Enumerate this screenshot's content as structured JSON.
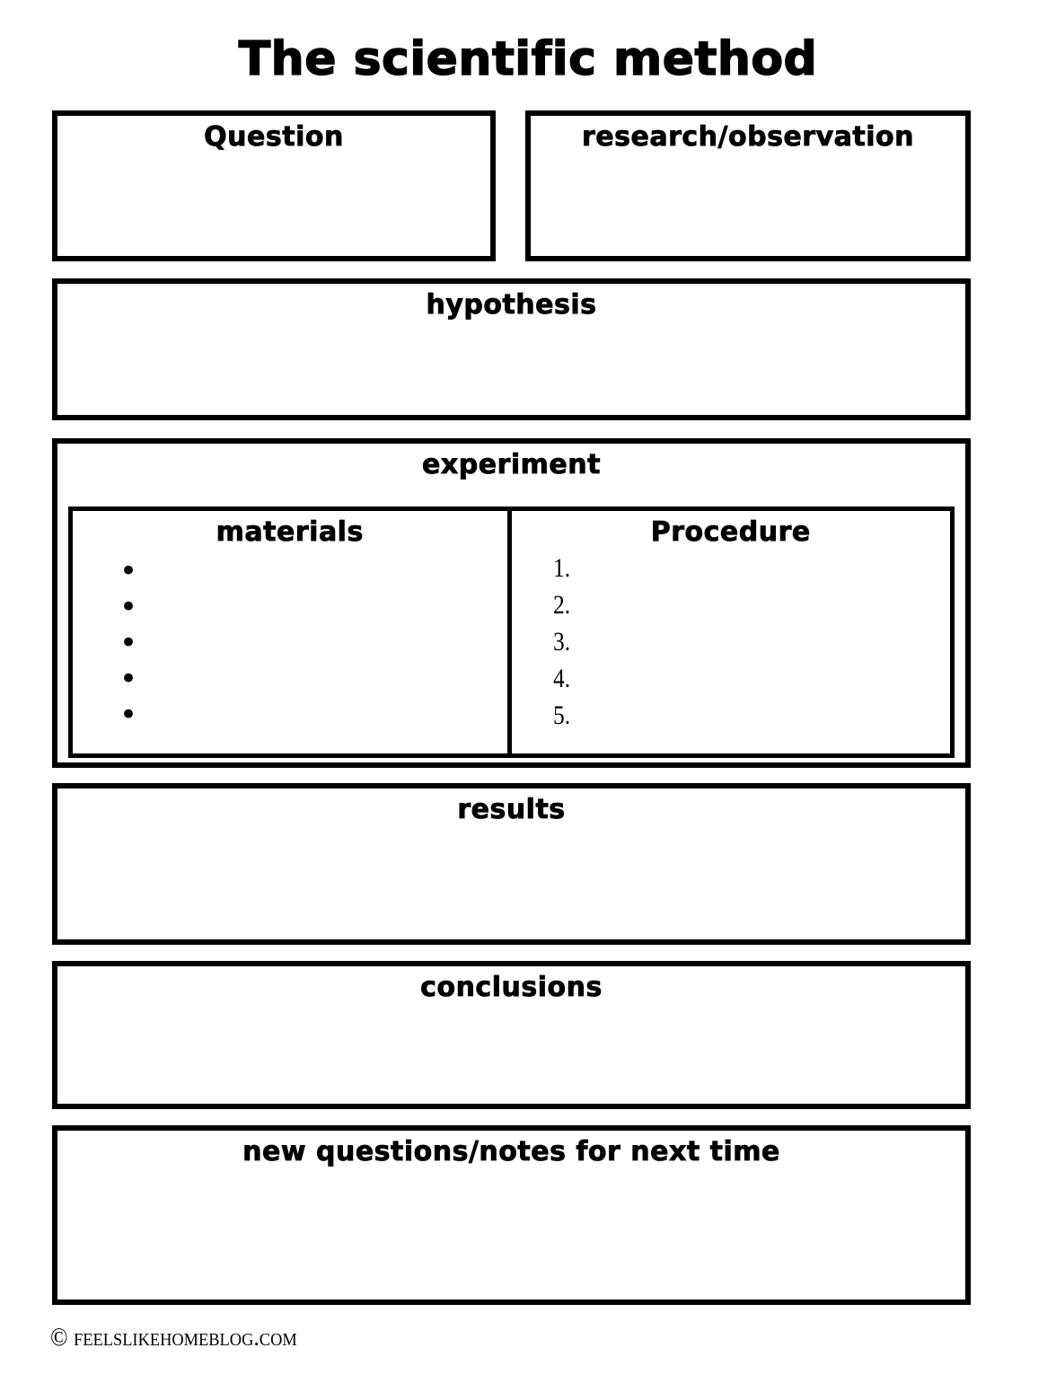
{
  "title": "The scientific method",
  "boxes": {
    "question": {
      "label": "Question"
    },
    "research": {
      "label": "research/observation"
    },
    "hypothesis": {
      "label": "hypothesis"
    },
    "experiment": {
      "label": "experiment",
      "materials": {
        "label": "materials",
        "bullets": [
          "•",
          "•",
          "•",
          "•",
          "•"
        ]
      },
      "procedure": {
        "label": "Procedure",
        "numbers": [
          "1.",
          "2.",
          "3.",
          "4.",
          "5."
        ]
      }
    },
    "results": {
      "label": "results"
    },
    "conclusions": {
      "label": "conclusions"
    },
    "new_questions": {
      "label": "new questions/notes for next time"
    }
  },
  "footer": {
    "copyright": "© feelslikehomeblog.com"
  }
}
